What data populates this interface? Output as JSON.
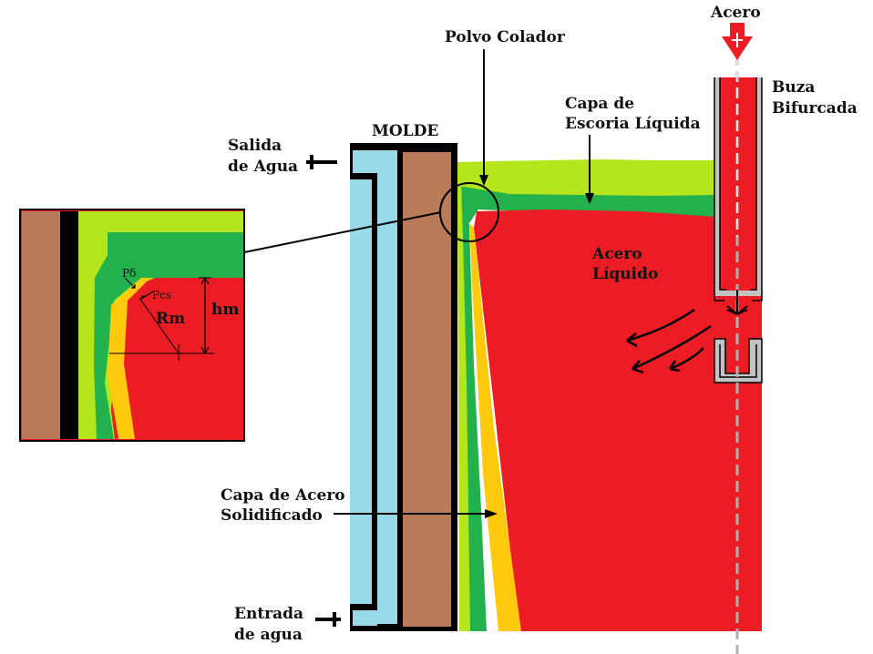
{
  "labels": {
    "acero_top": "Acero",
    "polvo_colador": "Polvo Colador",
    "capa_escoria_1": "Capa de",
    "capa_escoria_2": "Escoria Líquida",
    "buza_1": "Buza",
    "buza_2": "Bifurcada",
    "molde": "MOLDE",
    "salida_1": "Salida",
    "salida_2": "de Agua",
    "acero_liquido_1": "Acero",
    "acero_liquido_2": "Líquido",
    "capa_acero_1": "Capa de Acero",
    "capa_acero_2": "Solidificado",
    "entrada_1": "Entrada",
    "entrada_2": "de agua",
    "inset_p_delta": "Pδ",
    "inset_pcs": "Pcs",
    "inset_rm": "Rm",
    "inset_hm": "hm"
  },
  "colors": {
    "liquid_steel": "#ec1c24",
    "slag_liquid": "#22b14c",
    "mold_powder": "#b5e61d",
    "solid_shell": "#ffc90e",
    "copper_mold": "#b97a57",
    "water_channel": "#99d9ea",
    "nozzle_wall": "#c3c3c3",
    "outline": "#000000"
  }
}
